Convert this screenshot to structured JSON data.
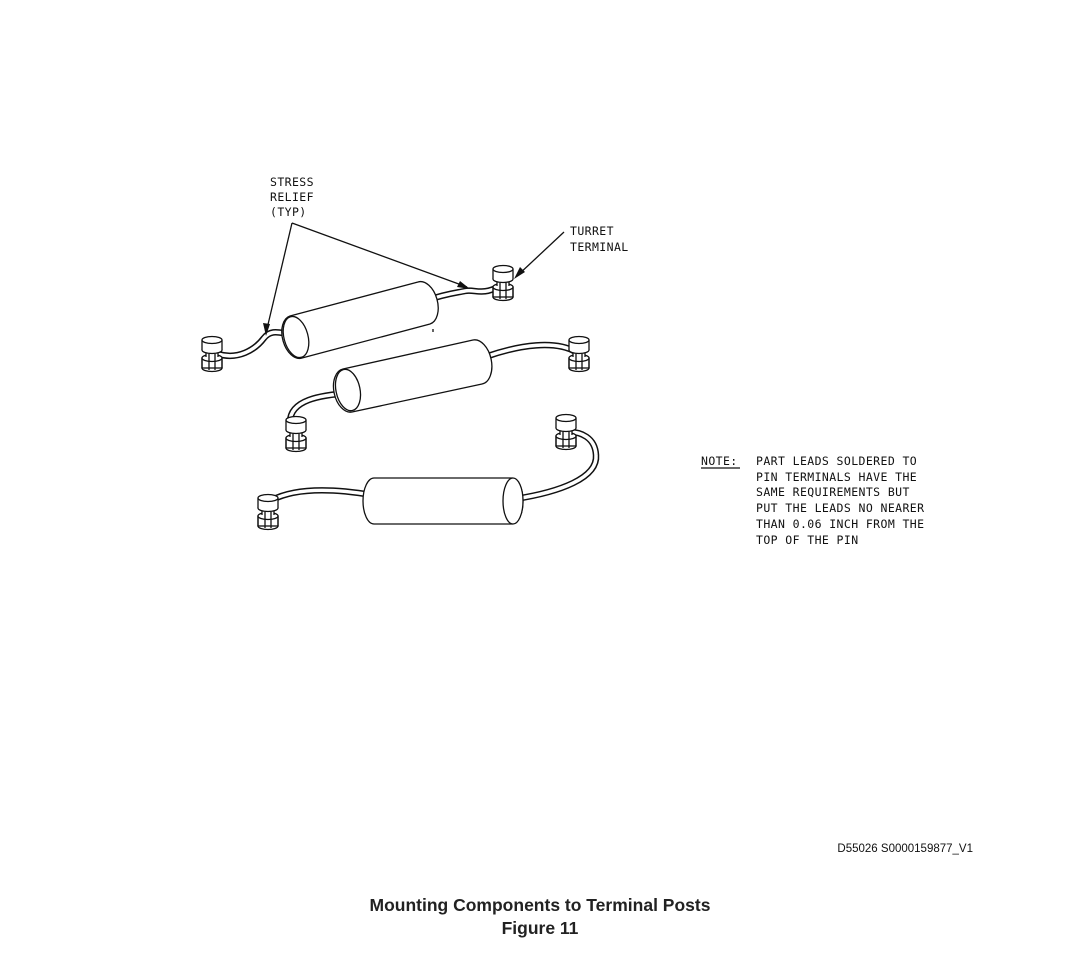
{
  "labels": {
    "stress_relief": [
      "STRESS",
      "RELIEF",
      "(TYP)"
    ],
    "turret_terminal": [
      "TURRET",
      "TERMINAL"
    ]
  },
  "note": {
    "heading": "NOTE:",
    "lines": [
      "PART LEADS SOLDERED TO",
      "PIN TERMINALS HAVE THE",
      "SAME REQUIREMENTS BUT",
      "PUT THE LEADS NO NEARER",
      "THAN 0.06 INCH FROM THE",
      "TOP OF THE PIN"
    ]
  },
  "reference_id": "D55026 S0000159877_V1",
  "caption": {
    "title": "Mounting Components to Terminal Posts",
    "figure": "Figure 11"
  }
}
